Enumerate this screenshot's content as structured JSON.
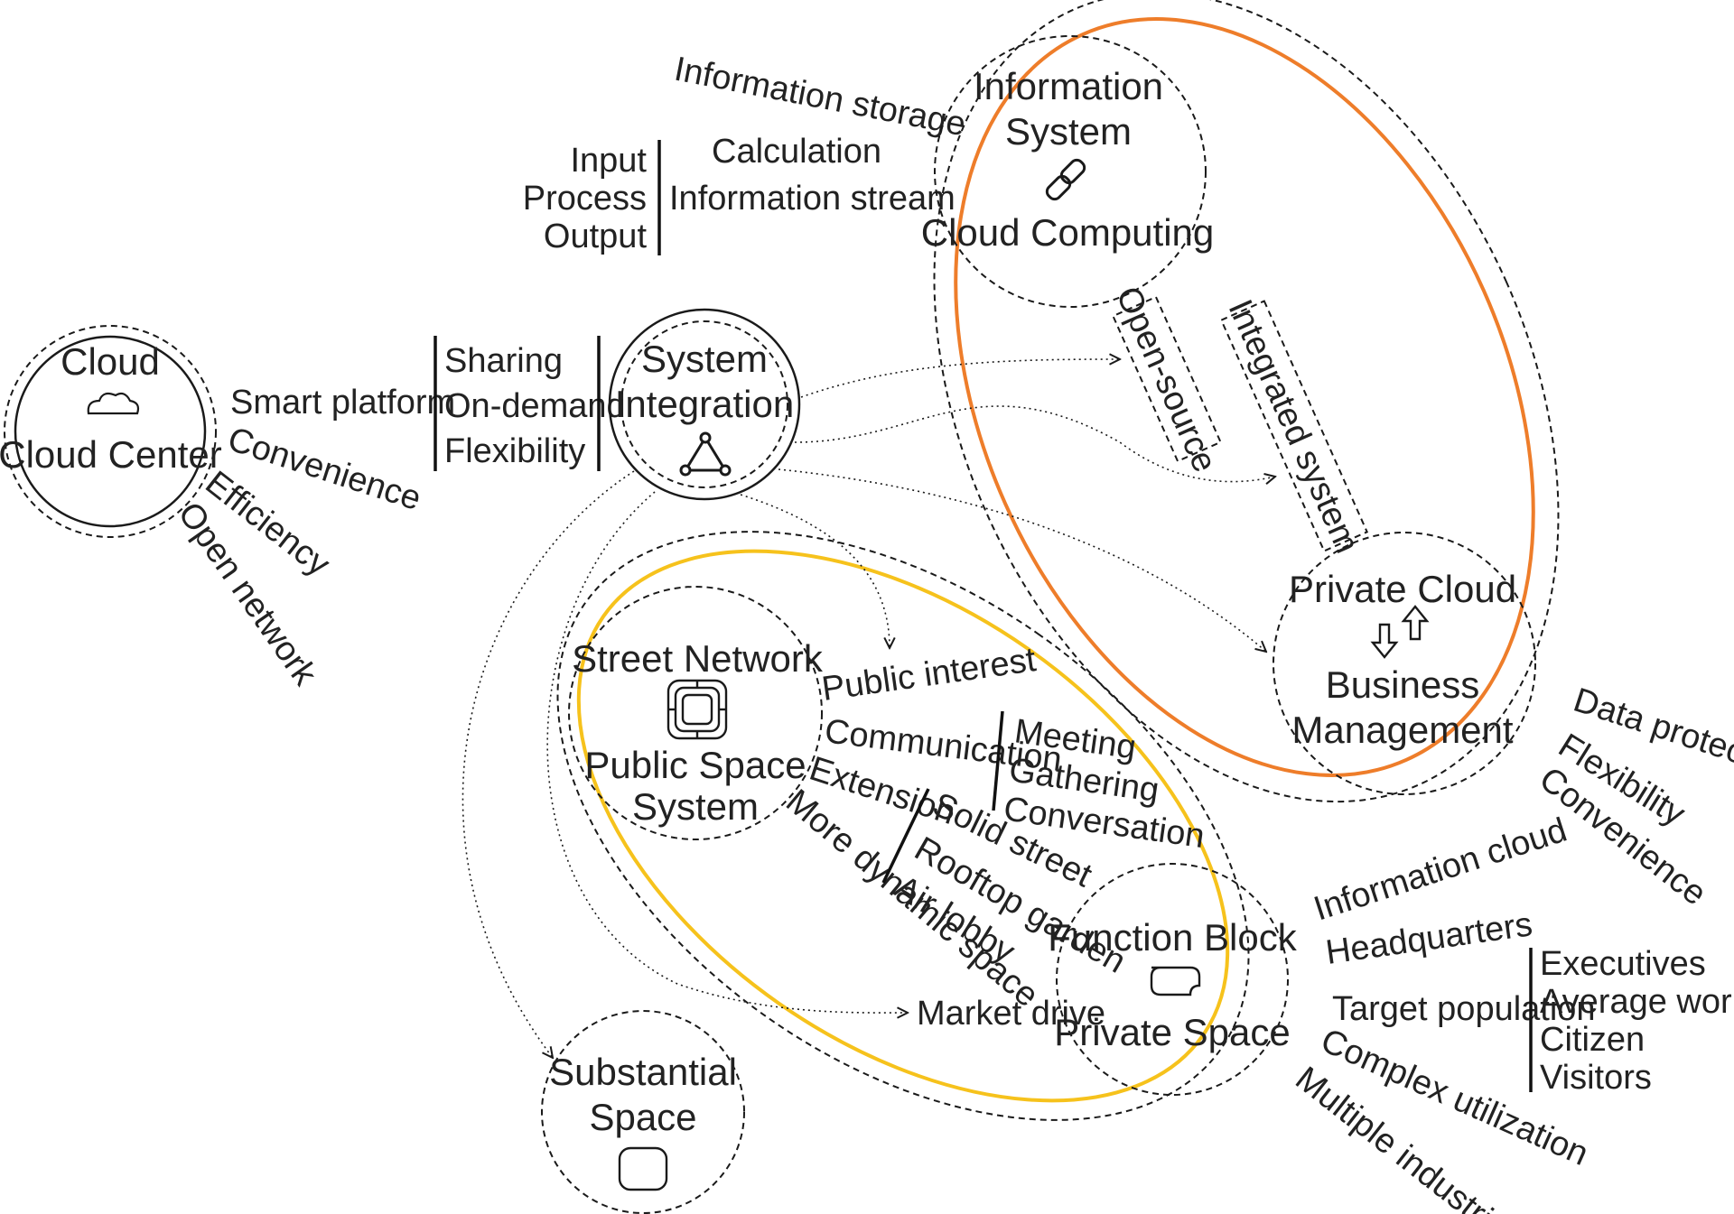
{
  "colors": {
    "ink": "#1a1a1a",
    "orange": "#ee7d2a",
    "yellow": "#f6c21c"
  },
  "nodes": {
    "cloud": {
      "line1": "Cloud",
      "line2": "Cloud Center",
      "icon": "cloud-icon"
    },
    "system_integration": {
      "line1": "System",
      "line2": "Integration",
      "icon": "triangle-network-icon"
    },
    "information_system": {
      "line1": "Information",
      "line2": "System",
      "line3": "Cloud Computing",
      "icon": "chain-link-icon"
    },
    "private_cloud": {
      "line1": "Private Cloud",
      "line2": "Business",
      "line3": "Management",
      "icon": "exchange-arrows-icon"
    },
    "street_network": {
      "line1": "Street Network",
      "line2": "Public Space",
      "line3": "System",
      "icon": "street-grid-icon"
    },
    "function_block": {
      "line1": "Function Block",
      "line2": "Private Space",
      "icon": "block-icon"
    },
    "substantial_space": {
      "line1": "Substantial",
      "line2": "Space",
      "icon": "rounded-square-icon"
    }
  },
  "boxes": {
    "open_source": "Open-source",
    "integrated_system": "Integrated system"
  },
  "labels": {
    "cloud_attributes": [
      "Smart platform",
      "Convenience",
      "Efficiency",
      "Open network"
    ],
    "sharing_group": [
      "Sharing",
      "On-demand",
      "Flexibility"
    ],
    "io_group": [
      "Input",
      "Process",
      "Output"
    ],
    "info_group": [
      "Information storage",
      "Calculation",
      "Information stream"
    ],
    "private_cloud_attributes": [
      "Data protection",
      "Flexibility",
      "Convenience"
    ],
    "street_attributes": [
      "Public interest",
      "Communication",
      "Extension",
      "More dynamic space"
    ],
    "communication_group": [
      "Meeting",
      "Gathering",
      "Conversation"
    ],
    "extension_group": [
      "Solid street",
      "Rooftop garden",
      "Air lobby"
    ],
    "market_drive": "Market drive",
    "function_attributes": [
      "Information cloud",
      "Headquarters",
      "Target population",
      "Complex utilization",
      "Multiple industries"
    ],
    "target_group": [
      "Executives",
      "Average workers",
      "Citizen",
      "Visitors"
    ]
  }
}
